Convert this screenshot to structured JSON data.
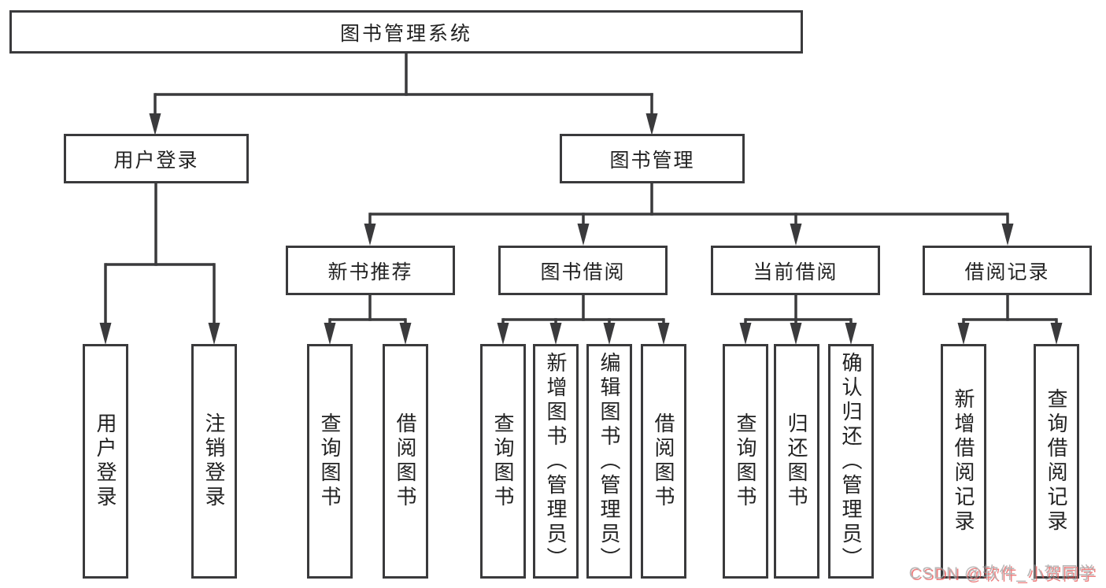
{
  "nodes": {
    "root": {
      "label": "图书管理系统"
    },
    "level2": [
      {
        "label": "用户登录"
      },
      {
        "label": "图书管理"
      }
    ],
    "level3": [
      {
        "label": "新书推荐"
      },
      {
        "label": "图书借阅"
      },
      {
        "label": "当前借阅"
      },
      {
        "label": "借阅记录"
      }
    ],
    "leaves": [
      {
        "label": "用户登录"
      },
      {
        "label": "注销登录"
      },
      {
        "label": "查询图书"
      },
      {
        "label": "借阅图书"
      },
      {
        "label": "查询图书"
      },
      {
        "label": "新增图书（管理员）"
      },
      {
        "label": "编辑图书（管理员）"
      },
      {
        "label": "借阅图书"
      },
      {
        "label": "查询图书"
      },
      {
        "label": "归还图书"
      },
      {
        "label": "确认归还（管理员）"
      },
      {
        "label": "新增借阅记录"
      },
      {
        "label": "查询借阅记录"
      }
    ]
  },
  "watermark": {
    "text": "CSDN @软件_小贺同学"
  },
  "colors": {
    "line": "#3a3a3c",
    "text": "#222222",
    "background": "#ffffff",
    "watermark": "#9f9f9f",
    "watermark_shadow": "#e85959"
  }
}
